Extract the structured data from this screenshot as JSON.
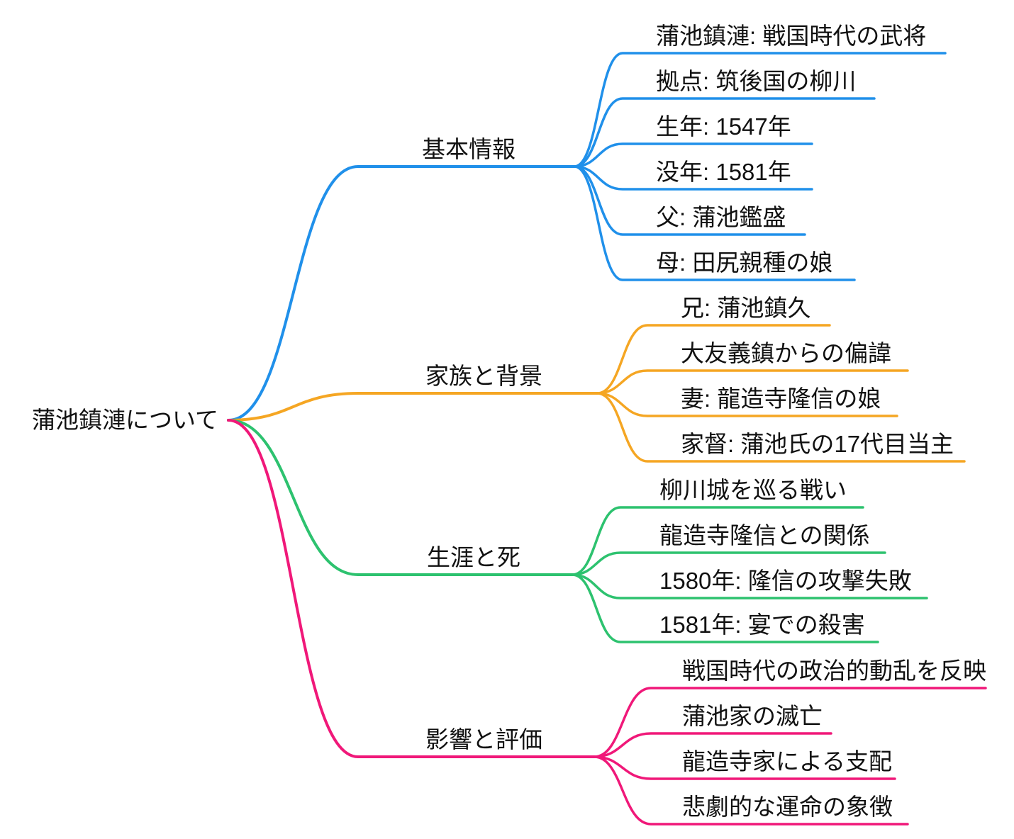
{
  "root": {
    "label": "蒲池鎮漣について"
  },
  "branches": [
    {
      "label": "基本情報",
      "color": "#2090EA",
      "children": [
        "蒲池鎮漣: 戦国時代の武将",
        "拠点: 筑後国の柳川",
        "生年: 1547年",
        "没年: 1581年",
        "父: 蒲池鑑盛",
        "母: 田尻親種の娘"
      ]
    },
    {
      "label": "家族と背景",
      "color": "#F5A623",
      "children": [
        "兄: 蒲池鎮久",
        "大友義鎮からの偏諱",
        "妻: 龍造寺隆信の娘",
        "家督: 蒲池氏の17代目当主"
      ]
    },
    {
      "label": "生涯と死",
      "color": "#2DC26F",
      "children": [
        "柳川城を巡る戦い",
        "龍造寺隆信との関係",
        "1580年: 隆信の攻撃失敗",
        "1581年: 宴での殺害"
      ]
    },
    {
      "label": "影響と評価",
      "color": "#F01879",
      "children": [
        "戦国時代の政治的動乱を反映",
        "蒲池家の滅亡",
        "龍造寺家による支配",
        "悲劇的な運命の象徴"
      ]
    }
  ]
}
